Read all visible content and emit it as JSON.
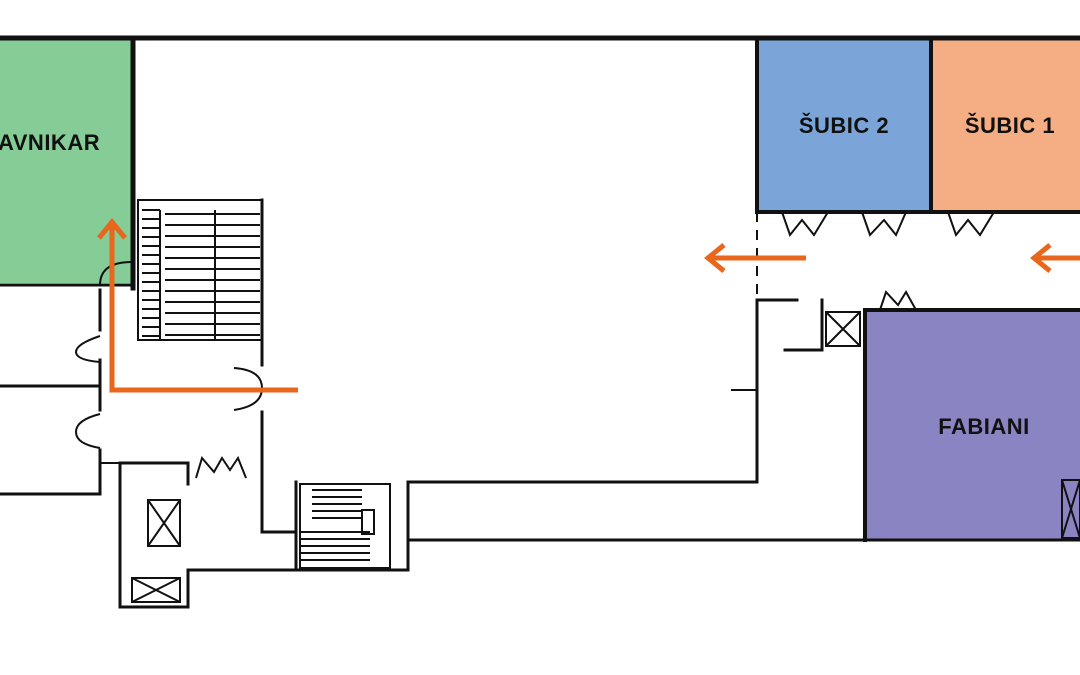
{
  "rooms": {
    "plavnikar": {
      "label": "AVNIKAR",
      "color": "#85cc97"
    },
    "subic2": {
      "label": "ŠUBIC 2",
      "color": "#7ba5d8"
    },
    "subic1": {
      "label": "ŠUBIC 1",
      "color": "#f5ad84"
    },
    "fabiani": {
      "label": "FABIANI",
      "color": "#8a84c2"
    }
  },
  "route": {
    "color": "#e8671c",
    "arrows": [
      "up-arrow",
      "left-arrow",
      "left-arrow"
    ]
  }
}
